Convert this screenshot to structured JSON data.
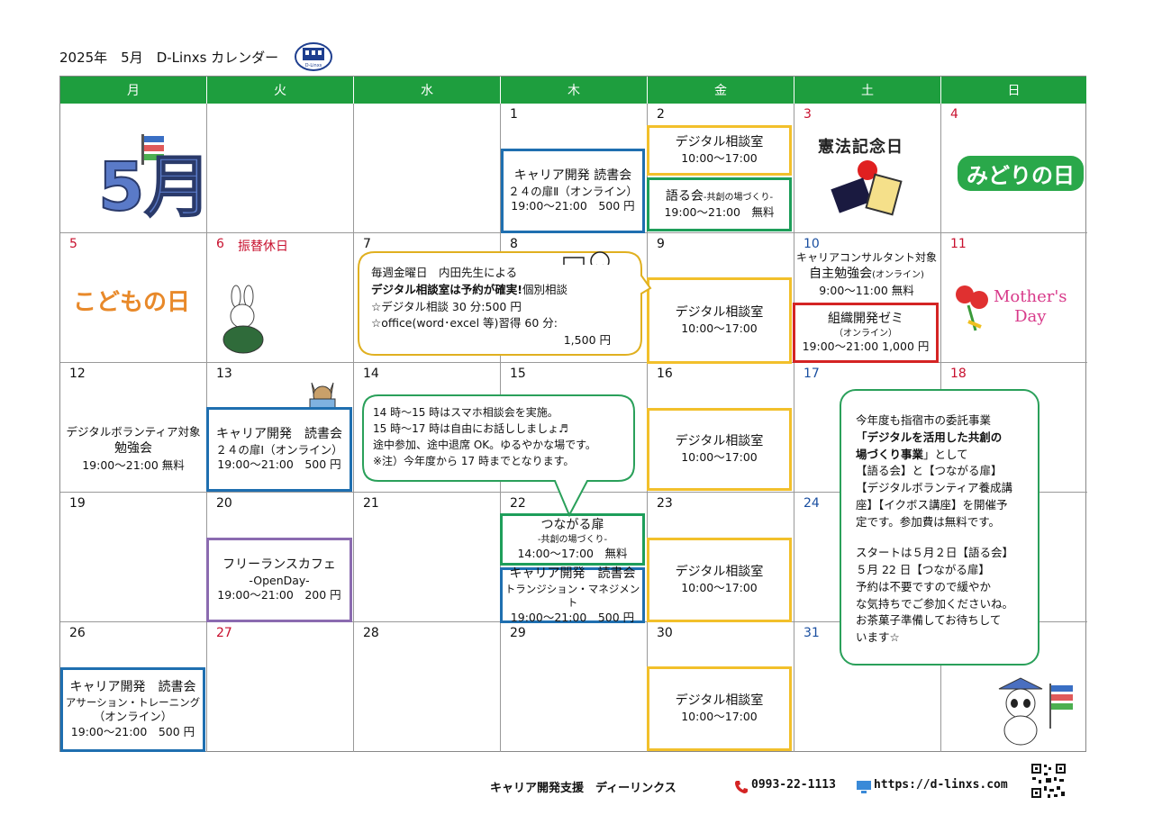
{
  "header": {
    "title": "2025年　5月　D-Linxs カレンダー",
    "logo_text": "D-Linxs"
  },
  "weekdays": [
    "月",
    "火",
    "水",
    "木",
    "金",
    "土",
    "日"
  ],
  "days": {
    "d1": "1",
    "d2": "2",
    "d3": "3",
    "d4": "4",
    "d5": "5",
    "d6": "6",
    "d7": "7",
    "d8": "8",
    "d9": "9",
    "d10": "10",
    "d11": "11",
    "d12": "12",
    "d13": "13",
    "d14": "14",
    "d15": "15",
    "d16": "16",
    "d17": "17",
    "d18": "18",
    "d19": "19",
    "d20": "20",
    "d21": "21",
    "d22": "22",
    "d23": "23",
    "d24": "24",
    "d26": "26",
    "d27": "27",
    "d28": "28",
    "d29": "29",
    "d30": "30",
    "d31": "31"
  },
  "holiday": {
    "d6_label": "振替休日",
    "may_label": "5月",
    "kenpo": "憲法記念日",
    "midori": "みどりの日",
    "kodomo": "こどもの日",
    "mothers_1": "Mother's",
    "mothers_2": "Day"
  },
  "events": {
    "may1": {
      "l1": "キャリア開発 読書会",
      "l2": "２４の扉Ⅱ（オンライン）",
      "l3": "19:00～21:00　500 円"
    },
    "may2a": {
      "l1": "デジタル相談室",
      "l2": "10:00～17:00"
    },
    "may2b": {
      "l1": "語る会",
      "l1s": "-共創の場づくり-",
      "l2": "19:00～21:00　無料"
    },
    "may9": {
      "l1": "デジタル相談室",
      "l2": "10:00～17:00"
    },
    "may10a": {
      "l1": "キャリアコンサルタント対象",
      "l2": "自主勉強会",
      "l2s": "(オンライン)",
      "l3": "9:00～11:00  無料"
    },
    "may10b": {
      "l1": "組織開発ゼミ",
      "l2": "（オンライン）",
      "l3": "19:00～21:00 1,000 円"
    },
    "may12": {
      "l1": "デジタルボランティア対象",
      "l2": "勉強会",
      "l3": "19:00～21:00  無料"
    },
    "may13": {
      "l1": "キャリア開発　読書会",
      "l2": "２４の扉Ⅰ（オンライン）",
      "l3": "19:00～21:00　500 円"
    },
    "may16": {
      "l1": "デジタル相談室",
      "l2": "10:00～17:00"
    },
    "may20": {
      "l1": "フリーランスカフェ",
      "l2": "-OpenDay-",
      "l3": "19:00～21:00　200 円"
    },
    "may22a": {
      "l1": "つながる扉",
      "l2": "-共創の場づくり-",
      "l3": "14:00～17:00　無料"
    },
    "may22b": {
      "l1": "キャリア開発　読書会",
      "l2": "トランジション・マネジメント",
      "l3": "19:00～21:00　500 円"
    },
    "may23": {
      "l1": "デジタル相談室",
      "l2": "10:00～17:00"
    },
    "may26": {
      "l1": "キャリア開発　読書会",
      "l2": "アサーション・トレーニング",
      "l3": "（オンライン）",
      "l4": "19:00～21:00　500 円"
    },
    "may30": {
      "l1": "デジタル相談室",
      "l2": "10:00～17:00"
    }
  },
  "bubble_friday": {
    "l1": "毎週金曜日　内田先生による",
    "l2b": "デジタル相談室は予約が確実!",
    "l2": "個別相談",
    "l3": "☆デジタル相談 30 分:500 円",
    "l4": "☆office(word･excel 等)習得 60 分:",
    "l5": "1,500 円"
  },
  "bubble_smartphone": {
    "l1": "14 時～15 時はスマホ相談会を実施。",
    "l2": "15 時～17 時は自由にお話ししましょ♬",
    "l3": "途中参加、途中退席 OK。ゆるやかな場です。",
    "l4": "※注）今年度から 17 時までとなります。"
  },
  "bubble_notice": {
    "l1": "今年度も指宿市の委託事業",
    "l2": "「デジタルを活用した共創の",
    "l3": "場づくり事業",
    "l3b": "」として",
    "l4": "【語る会】と【つながる扉】",
    "l5": "【デジタルボランティア養成講",
    "l6": "座】【イクボス講座】を開催予",
    "l7": "定です。参加費は無料です。",
    "l8": "スタートは５月２日【語る会】",
    "l9": "５月 22 日【つながる扉】",
    "l10": "予約は不要ですので緩やか",
    "l11": "な気持ちでご参加くださいね。",
    "l12": "お茶菓子準備してお待ちして",
    "l13": "います☆"
  },
  "footer": {
    "org": "キャリア開発支援　ディーリンクス",
    "phone": "0993-22-1113",
    "url": "https://d-linxs.com"
  }
}
